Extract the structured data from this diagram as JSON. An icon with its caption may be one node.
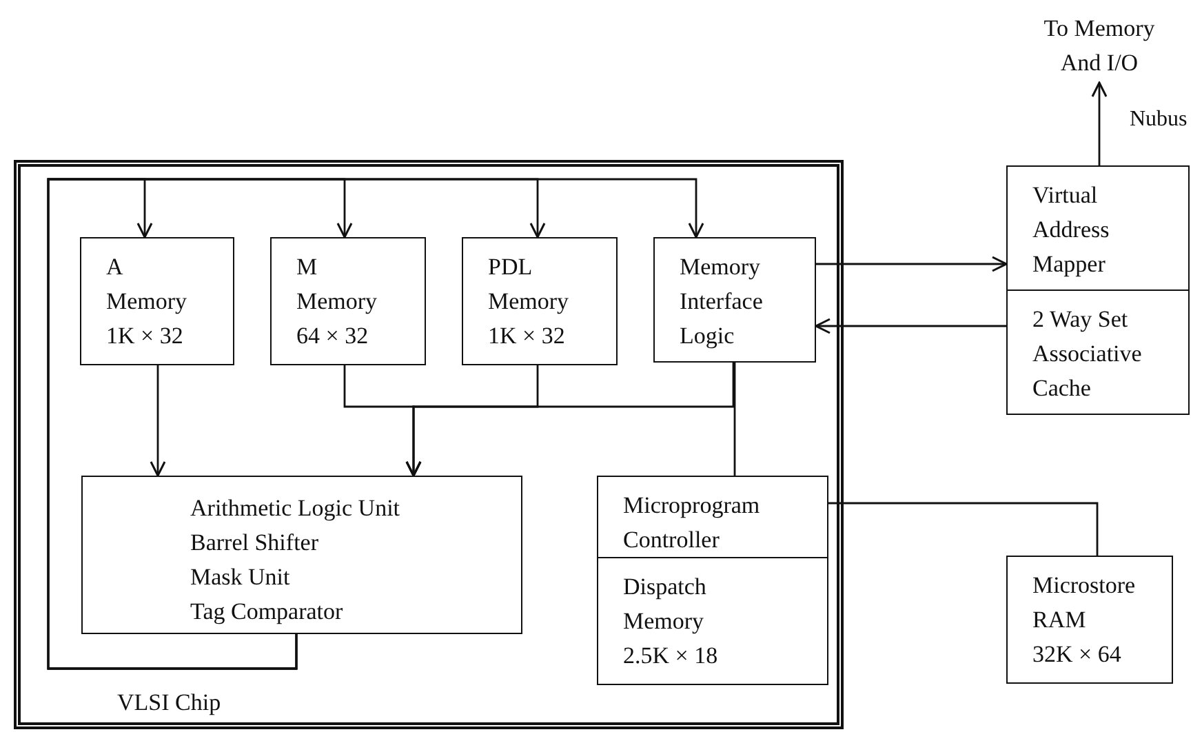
{
  "diagram": {
    "nodes": [
      {
        "text": [
          "VLSI Chip"
        ]
      },
      {
        "text": [
          "A Memory",
          "1K × 32"
        ],
        "in": 0
      },
      {
        "text": [
          "M Memory",
          "64 × 32"
        ],
        "in": 0
      },
      {
        "text": [
          "PDL Memory",
          "1K × 32"
        ],
        "in": 0
      },
      {
        "text": [
          "Memory Interface Logic"
        ],
        "in": 0
      },
      {
        "text": [
          "Arithmetic Logic Unit",
          "Barrel Shifter",
          "Mask Unit",
          "Tag Comparator"
        ],
        "in": 0
      },
      {
        "text": [
          "Microprogram Controller"
        ],
        "in": 0
      },
      {
        "text": [
          "Dispatch Memory",
          "2.5K × 18"
        ],
        "in": 0
      },
      {
        "text": [
          "Virtual Address Mapper"
        ]
      },
      {
        "text": [
          "2 Way Set Associative Cache"
        ]
      },
      {
        "text": [
          "Microstore RAM",
          "32K × 64"
        ]
      },
      {
        "text": [
          "To Memory And I/O"
        ]
      }
    ],
    "edges": [
      {
        "from": 5,
        "to": 1,
        "arrow": "to"
      },
      {
        "from": 5,
        "to": 2,
        "arrow": "to"
      },
      {
        "from": 5,
        "to": 3,
        "arrow": "to"
      },
      {
        "from": 5,
        "to": 4,
        "arrow": "to"
      },
      {
        "from": 1,
        "to": 5,
        "arrow": "to"
      },
      {
        "from": 2,
        "to": 5,
        "arrow": "to"
      },
      {
        "from": 3,
        "to": 5,
        "arrow": "to"
      },
      {
        "from": 4,
        "to": 5,
        "arrow": "to"
      },
      {
        "from": 4,
        "to": 6,
        "arrow": "none"
      },
      {
        "from": 4,
        "to": 8,
        "arrow": "to"
      },
      {
        "from": 9,
        "to": 4,
        "arrow": "to"
      },
      {
        "from": 8,
        "to": 11,
        "arrow": "to",
        "label": "Nubus"
      },
      {
        "from": 6,
        "to": 10,
        "arrow": "none"
      }
    ]
  }
}
